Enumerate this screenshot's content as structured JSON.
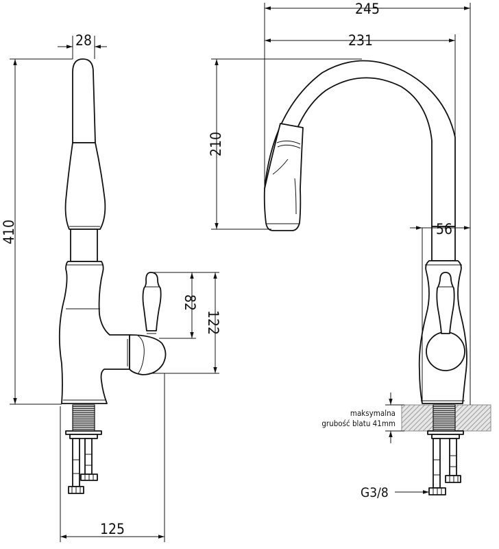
{
  "dimensions": {
    "overall_height": "410",
    "spout_tip_width": "28",
    "base_to_lever_top": "122",
    "lever_height": "82",
    "side_depth": "125",
    "total_reach": "245",
    "spout_reach": "231",
    "spout_clearance": "210",
    "base_width": "56"
  },
  "notes": {
    "max_label_line1": "maksymalna",
    "max_label_line2": "grubość blatu 41mm",
    "thread": "G3/8"
  },
  "colors": {
    "line": "#111111",
    "background": "#ffffff",
    "countertop_hatch": "#888888"
  }
}
